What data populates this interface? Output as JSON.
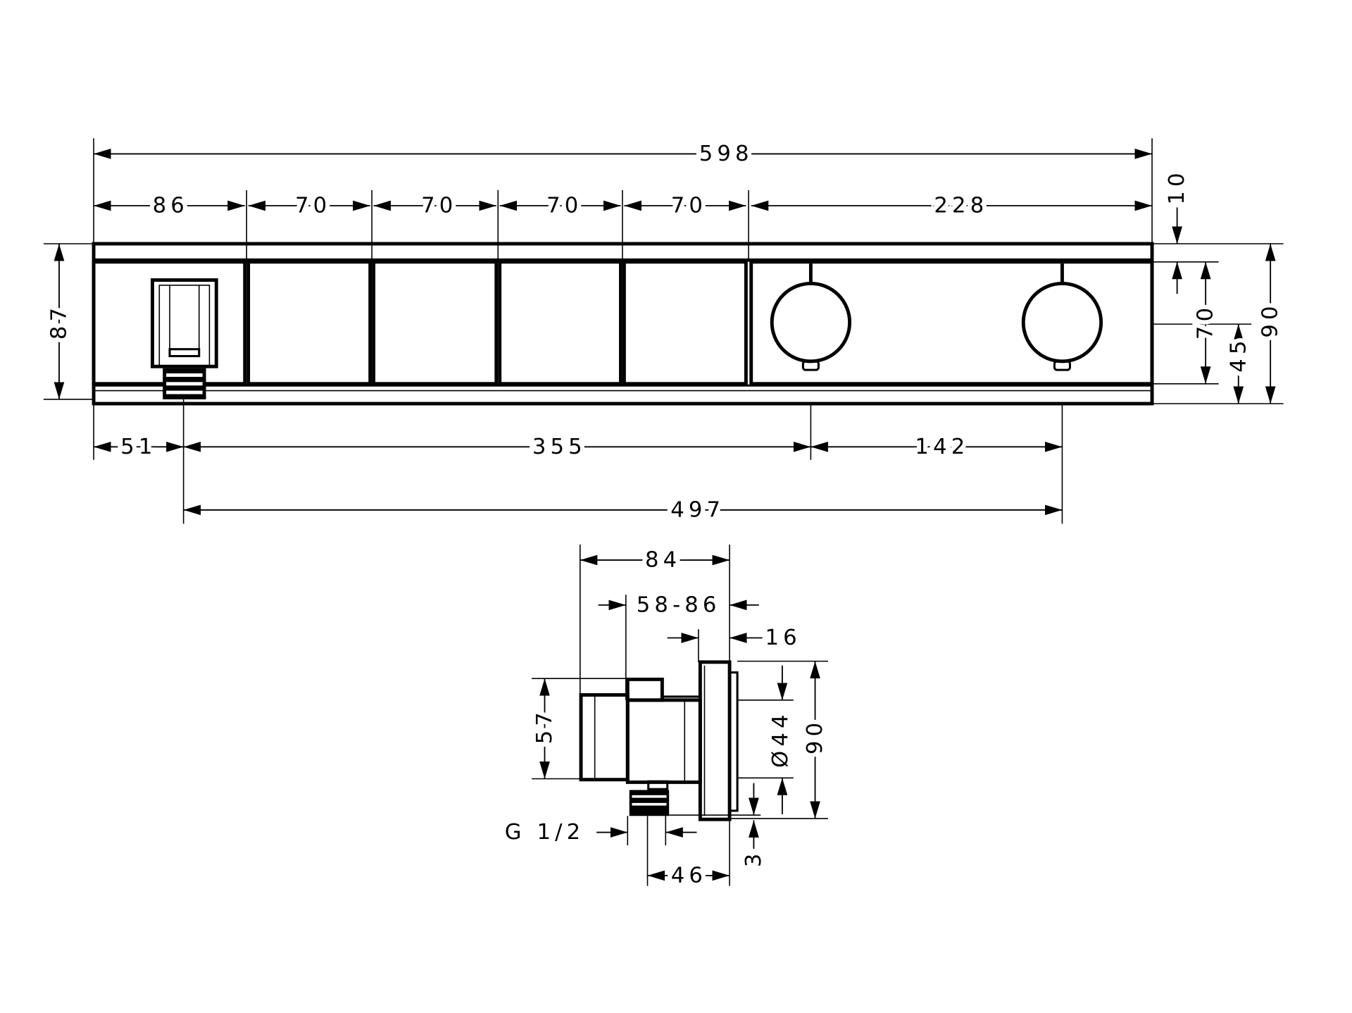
{
  "front_view": {
    "overall_width": "598",
    "segments": [
      "86",
      "70",
      "70",
      "70",
      "70",
      "228"
    ],
    "top_offset": "10",
    "height_87": "87",
    "panel_height_70": "70",
    "knob_center_45": "45",
    "overall_height": "90",
    "outlet_offset": "51",
    "outlet_to_knob": "355",
    "knob_spacing": "142",
    "outlet_to_knob2": "497"
  },
  "side_view": {
    "depth": "84",
    "install_depth": "58-86",
    "plate_depth": "16",
    "body_height": "57",
    "diameter": "Ø44",
    "overall_height": "90",
    "bottom_offset": "3",
    "thread": "G 1/2",
    "outlet_depth": "46"
  }
}
